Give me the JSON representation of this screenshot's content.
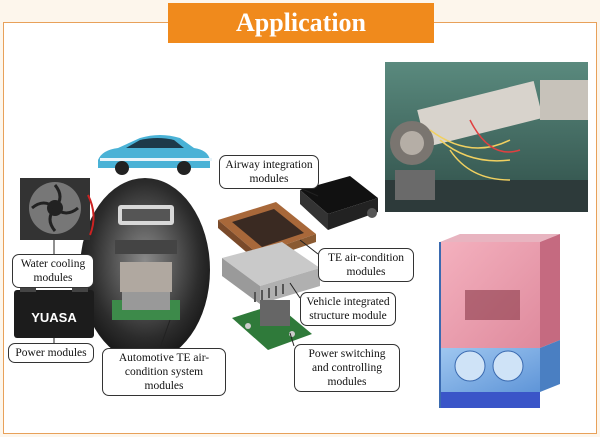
{
  "banner": {
    "title": "Application"
  },
  "labels": {
    "airway": "Airway integration modules",
    "te_aircon": "TE air-condition modules",
    "vehicle_structure": "Vehicle integrated structure module",
    "power_switching": "Power switching and controlling modules",
    "automotive_system": "Automotive TE air-condition system modules",
    "water_cooling": "Water cooling modules",
    "power_modules": "Power modules"
  },
  "images": {
    "battery_brand": "YUASA"
  },
  "colors": {
    "banner": "#f08a1c",
    "frame": "#e8a15a"
  }
}
